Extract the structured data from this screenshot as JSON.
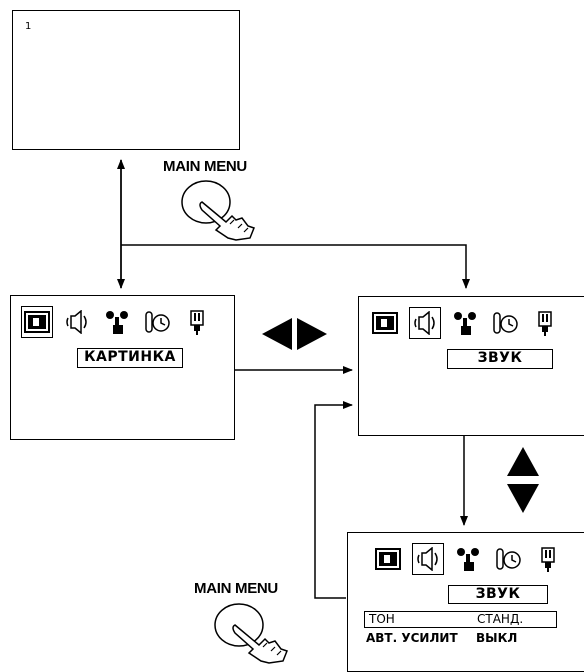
{
  "top_screen": {
    "number": "1"
  },
  "main_menu_label": "MAIN MENU",
  "tabs": [
    "picture",
    "sound",
    "features",
    "timer",
    "setup"
  ],
  "left_screen": {
    "selected_tab": "picture",
    "label": "КАРТИНКА"
  },
  "right_screen": {
    "selected_tab": "sound",
    "label": "ЗВУК"
  },
  "bottom_screen": {
    "selected_tab": "sound",
    "label": "ЗВУК",
    "rows": [
      {
        "name": "ТОН",
        "value": "СТАНД.",
        "highlighted": true
      },
      {
        "name": "АВТ. УСИЛИТ",
        "value": "ВЫКЛ",
        "highlighted": false
      }
    ]
  },
  "icons": {
    "picture": "tv-picture-icon",
    "sound": "speaker-icon",
    "features": "hand-pointer-icon",
    "timer": "clock-icon",
    "setup": "plug-icon",
    "nav_left_right": "left-right-triangles-icon",
    "nav_up_down": "up-down-triangles-icon",
    "remote_press": "finger-pressing-button-icon"
  }
}
